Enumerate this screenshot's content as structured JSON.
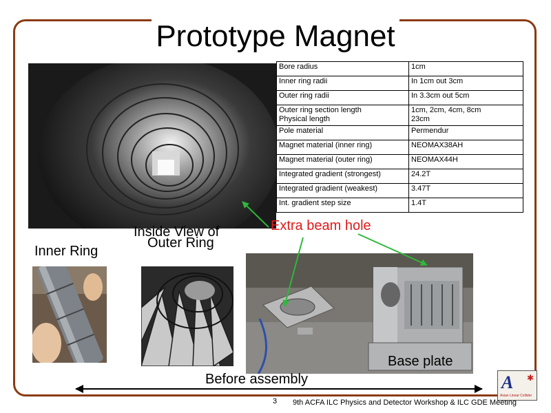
{
  "title": "Prototype Magnet",
  "specs": [
    {
      "key": "Bore radius",
      "value": "1cm"
    },
    {
      "key": "Inner ring radii",
      "value": "In 1cm out 3cm"
    },
    {
      "key": "Outer ring radii",
      "value": "In 3.3cm out 5cm"
    },
    {
      "key": "Outer ring section length\nPhysical length",
      "value": "1cm, 2cm, 4cm, 8cm\n23cm"
    },
    {
      "key": "Pole material",
      "value": "Permendur"
    },
    {
      "key": "Magnet material (inner ring)",
      "value": "NEOMAX38AH"
    },
    {
      "key": "Magnet material (outer ring)",
      "value": "NEOMAX44H"
    },
    {
      "key": "Integrated gradient (strongest)",
      "value": "24.2T"
    },
    {
      "key": "Integrated gradient (weakest)",
      "value": "3.47T"
    },
    {
      "key": "Int. gradient step size",
      "value": "1.4T"
    }
  ],
  "labels": {
    "inner_ring": "Inner Ring",
    "inside_view_line1": "Inside View of",
    "inside_view_line2": "Outer Ring",
    "extra_beam_hole": "Extra beam hole",
    "base_plate": "Base plate",
    "before_assembly": "Before assembly"
  },
  "footer": {
    "page_number": "3",
    "text": "9th ACFA ILC Physics and Detector Workshop & ILC GDE Meeting"
  },
  "logo": {
    "letter": "A",
    "sub": "Asian Linear Collider"
  },
  "colors": {
    "frame": "#8b3a12",
    "hole_label": "#e01a1a",
    "hole_arrow": "#2fb83a"
  }
}
